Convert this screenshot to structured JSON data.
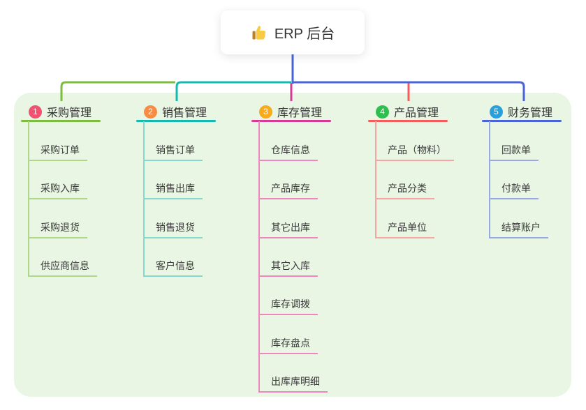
{
  "root": {
    "title": "ERP 后台",
    "icon": "thumbs-up-icon"
  },
  "branches": [
    {
      "index": "1",
      "title": "采购管理",
      "badge_color": "#F0536F",
      "line_color": "#7CBC41",
      "child_line_color": "#AFD789",
      "children": [
        "采购订单",
        "采购入库",
        "采购退货",
        "供应商信息"
      ]
    },
    {
      "index": "2",
      "title": "销售管理",
      "badge_color": "#F78C45",
      "line_color": "#14B9B0",
      "child_line_color": "#84D8D0",
      "children": [
        "销售订单",
        "销售出库",
        "销售退货",
        "客户信息"
      ]
    },
    {
      "index": "3",
      "title": "库存管理",
      "badge_color": "#F8AC1C",
      "line_color": "#D83A97",
      "child_line_color": "#EF86C0",
      "children": [
        "仓库信息",
        "产品库存",
        "其它出库",
        "其它入库",
        "库存调拨",
        "库存盘点",
        "出库库明细"
      ]
    },
    {
      "index": "4",
      "title": "产品管理",
      "badge_color": "#2EBD4F",
      "line_color": "#F75C5C",
      "child_line_color": "#FAA3A3",
      "children": [
        "产品（物料）",
        "产品分类",
        "产品单位"
      ]
    },
    {
      "index": "5",
      "title": "财务管理",
      "badge_color": "#29A0DC",
      "line_color": "#4A63D8",
      "child_line_color": "#97A9E6",
      "children": [
        "回款单",
        "付款单",
        "结算账户"
      ]
    }
  ],
  "canvas": {
    "background": "#FFFFFF",
    "panel_color": "#E9F6E4",
    "root_connector_color": "#4A63D8"
  }
}
